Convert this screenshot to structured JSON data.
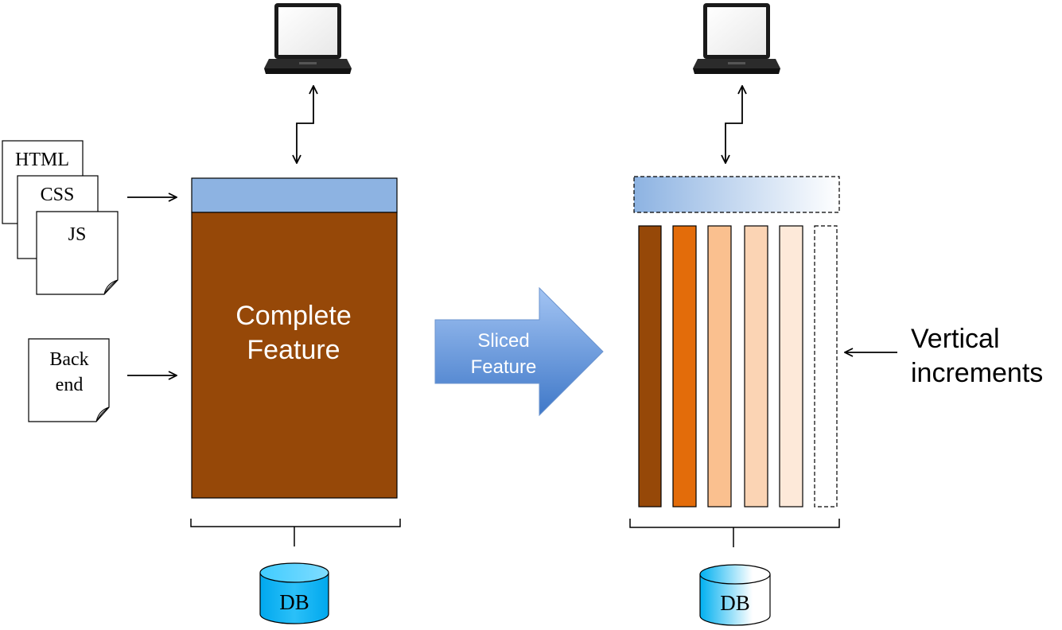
{
  "documents": {
    "html": "HTML",
    "css": "CSS",
    "js": "JS",
    "backend_line1": "Back",
    "backend_line2": "end"
  },
  "left_block": {
    "line1": "Complete",
    "line2": "Feature"
  },
  "transform_arrow": {
    "line1": "Sliced",
    "line2": "Feature"
  },
  "right_label": {
    "line1": "Vertical",
    "line2": "increments"
  },
  "database": {
    "left": "DB",
    "right": "DB"
  },
  "colors": {
    "feature_brown": "#964808",
    "ui_bar_blue": "#8DB3E2",
    "slice_1": "#964808",
    "slice_2": "#E36C0A",
    "slice_3": "#FAC08F",
    "slice_4": "#FBD4B4",
    "slice_5": "#FDE9D9",
    "db_cyan": "#00B0F0",
    "arrow_blue": "#4F81BD"
  },
  "icons": {
    "laptop_left": "laptop-icon",
    "laptop_right": "laptop-icon",
    "db_left": "database-icon",
    "db_right": "database-icon"
  }
}
